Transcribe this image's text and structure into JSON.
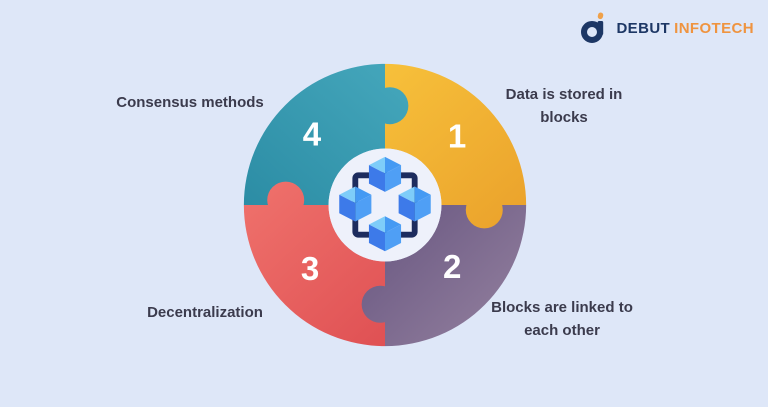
{
  "logo": {
    "brand_primary": "DEBUT",
    "brand_secondary": "INFOTECH",
    "primary_color": "#1d3765",
    "secondary_color": "#ef9440"
  },
  "diagram": {
    "type": "puzzle-wheel-infographic",
    "topic": "Blockchain features",
    "center_icon": "blockchain-icon",
    "background_color": "#dee7f8",
    "pieces": [
      {
        "number": "1",
        "label": "Data is stored in blocks",
        "position": "top-right",
        "color": "#f2b331"
      },
      {
        "number": "2",
        "label": "Blocks are linked to each other",
        "position": "bottom-right",
        "color": "#7a6890"
      },
      {
        "number": "3",
        "label": "Decentralization",
        "position": "bottom-left",
        "color": "#e65f60"
      },
      {
        "number": "4",
        "label": "Consensus methods",
        "position": "top-left",
        "color": "#3498ae"
      }
    ],
    "center_circle_color": "#eef1fb",
    "icon_frame_color": "#1d2c5e"
  }
}
